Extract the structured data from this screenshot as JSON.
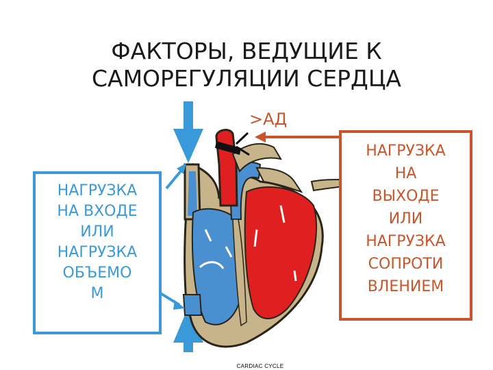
{
  "title": {
    "line1": "ФАКТОРЫ, ВЕДУЩИЕ К",
    "line2": "САМОРЕГУЛЯЦИИ СЕРДЦА"
  },
  "left_box": {
    "lines": [
      "НАГРУЗКА",
      "НА ВХОДЕ",
      "ИЛИ",
      "НАГРУЗКА",
      "ОБЪЕМО",
      "М"
    ],
    "color": "#3a9ad9"
  },
  "right_box": {
    "lines": [
      "НАГРУЗКА",
      "НА",
      "ВЫХОДЕ",
      "ИЛИ",
      "НАГРУЗКА",
      "СОПРОТИ",
      "ВЛЕНИЕМ"
    ],
    "color": "#c9552a"
  },
  "pressure_label": ">АД",
  "caption": "CARDIAC CYCLE",
  "colors": {
    "venous_blue": "#4a8fcf",
    "arterial_red": "#e02020",
    "heart_wall": "#c8b48a",
    "arrow_blue": "#3a9ad9",
    "arrow_orange": "#c9552a"
  }
}
